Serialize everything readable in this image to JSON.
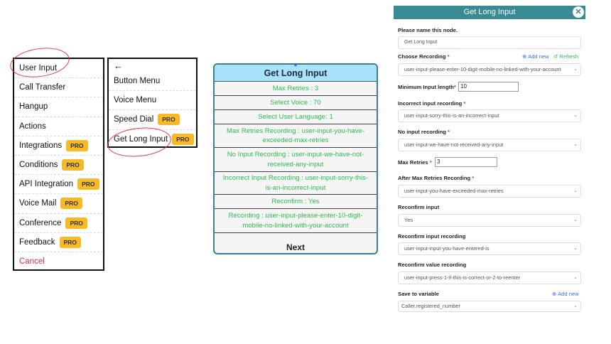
{
  "menu_main": {
    "items": [
      {
        "label": "User Input",
        "pro": false
      },
      {
        "label": "Call Transfer",
        "pro": false
      },
      {
        "label": "Hangup",
        "pro": false
      },
      {
        "label": "Actions",
        "pro": false
      },
      {
        "label": "Integrations",
        "pro": true
      },
      {
        "label": "Conditions",
        "pro": true
      },
      {
        "label": "API Integration",
        "pro": true
      },
      {
        "label": "Voice Mail",
        "pro": true
      },
      {
        "label": "Conference",
        "pro": true
      },
      {
        "label": "Feedback",
        "pro": true
      }
    ],
    "cancel": "Cancel",
    "pro_label": "PRO"
  },
  "menu_sub": {
    "back_icon": "←",
    "items": [
      {
        "label": "Button Menu",
        "pro": false
      },
      {
        "label": "Voice Menu",
        "pro": false
      },
      {
        "label": "Speed Dial",
        "pro": true
      },
      {
        "label": "Get Long Input",
        "pro": true
      }
    ]
  },
  "node": {
    "title": "Get Long Input",
    "rows": [
      "Max Retries : 3",
      "Select Voice : 70",
      "Select User Language: 1",
      "Max Retries Recording : user-input-you-have-exceeded-max-retries",
      "No Input Recording : user-input-we-have-not-received-any-input",
      "Incorrect Input Recording : user-input-sorry-this-is-an-incorrect-input",
      "Reconfirm : Yes",
      "Recording : user-input-please-enter-10-digit-mobile-no-linked-with-your-account"
    ],
    "next": "Next"
  },
  "panel": {
    "title": "Get Long Input",
    "close": "✕",
    "name_label": "Please name this node.",
    "name_value": "Get Long Input",
    "choose_label": "Choose Recording",
    "add_new": "Add new",
    "refresh": "Refresh",
    "choose_value": "user-input-please-enter-10-digit-mobile-no-linked-with-your-account",
    "min_label": "Minimum Input length",
    "min_value": "10",
    "incorrect_label": "Incorrect input recording",
    "incorrect_value": "user-input-sorry-this-is-an-incorrect-input",
    "noinput_label": "No input recording",
    "noinput_value": "user-input-we-have-not-received-any-input",
    "maxr_label": "Max Retries",
    "maxr_value": "3",
    "after_label": "After Max Retries Recording",
    "after_value": "user-input-you-have-exceeded-max-retries",
    "reconf_label": "Reconfirm input",
    "reconf_value": "Yes",
    "reconf_rec_label": "Reconfirm input recording",
    "reconf_rec_value": "user-input-input-you-have-entered-is",
    "reconf_val_label": "Reconfirm value recording",
    "reconf_val_value": "user-input-press-1-if-this-is-correct-or-2-to-reenter",
    "save_label": "Save to variable",
    "save_value": "Caller.registered_number",
    "required_mark": "*"
  },
  "colors": {
    "accent": "#3a8a96",
    "node_header": "#a8e2fb",
    "green_text": "#2ebd4f",
    "pro_badge": "#f7b924"
  }
}
